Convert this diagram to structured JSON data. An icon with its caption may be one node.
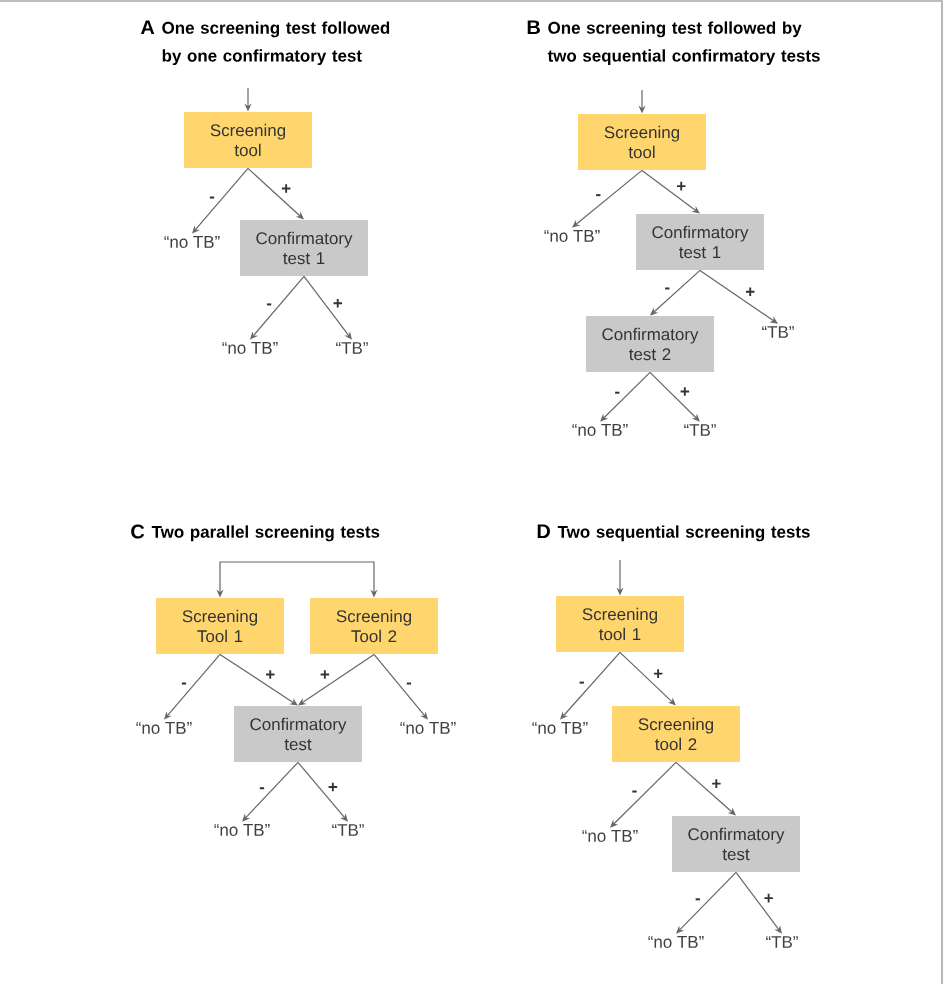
{
  "diagram": {
    "nodes": [
      {
        "text": [
          "Screening tool"
        ]
      },
      {
        "text": [
          "“no TB”"
        ]
      },
      {
        "text": [
          "Confirmatory test 1"
        ]
      },
      {
        "text": [
          "“no TB”"
        ]
      },
      {
        "text": [
          "“TB”"
        ]
      },
      {
        "text": [
          "Screening tool"
        ]
      },
      {
        "text": [
          "“no TB”"
        ]
      },
      {
        "text": [
          "Confirmatory test 1"
        ]
      },
      {
        "text": [
          "Confirmatory test 2"
        ]
      },
      {
        "text": [
          "“TB”"
        ]
      },
      {
        "text": [
          "“no TB”"
        ]
      },
      {
        "text": [
          "“TB”"
        ]
      },
      {
        "text": [
          "Screening Tool 1"
        ]
      },
      {
        "text": [
          "Screening Tool 2"
        ]
      },
      {
        "text": [
          "“no TB”"
        ]
      },
      {
        "text": [
          "Confirmatory test"
        ]
      },
      {
        "text": [
          "“no TB”"
        ]
      },
      {
        "text": [
          "“no TB”"
        ]
      },
      {
        "text": [
          "“TB”"
        ]
      },
      {
        "text": [
          "Screening tool 1"
        ]
      },
      {
        "text": [
          "“no TB”"
        ]
      },
      {
        "text": [
          "Screening tool 2"
        ]
      },
      {
        "text": [
          "“no TB”"
        ]
      },
      {
        "text": [
          "Confirmatory test"
        ]
      },
      {
        "text": [
          "“no TB”"
        ]
      },
      {
        "text": [
          "“TB”"
        ]
      }
    ],
    "edges": [
      {
        "from": null,
        "to": 0,
        "arrow": "to"
      },
      {
        "from": 0,
        "to": 1,
        "arrow": "to",
        "label": "-"
      },
      {
        "from": 0,
        "to": 2,
        "arrow": "to",
        "label": "+"
      },
      {
        "from": 2,
        "to": 3,
        "arrow": "to",
        "label": "-"
      },
      {
        "from": 2,
        "to": 4,
        "arrow": "to",
        "label": "+"
      },
      {
        "from": null,
        "to": 5,
        "arrow": "to"
      },
      {
        "from": 5,
        "to": 6,
        "arrow": "to",
        "label": "-"
      },
      {
        "from": 5,
        "to": 7,
        "arrow": "to",
        "label": "+"
      },
      {
        "from": 7,
        "to": 8,
        "arrow": "to",
        "label": "-"
      },
      {
        "from": 7,
        "to": 9,
        "arrow": "to",
        "label": "+"
      },
      {
        "from": 8,
        "to": 10,
        "arrow": "to",
        "label": "-"
      },
      {
        "from": 8,
        "to": 11,
        "arrow": "to",
        "label": "+"
      },
      {
        "from": null,
        "to": 12,
        "arrow": "to"
      },
      {
        "from": null,
        "to": 13,
        "arrow": "to"
      },
      {
        "from": 12,
        "to": 14,
        "arrow": "to",
        "label": "-"
      },
      {
        "from": 12,
        "to": 15,
        "arrow": "to",
        "label": "+"
      },
      {
        "from": 13,
        "to": 15,
        "arrow": "to",
        "label": "+"
      },
      {
        "from": 13,
        "to": 17,
        "arrow": "to",
        "label": "-"
      },
      {
        "from": 15,
        "to": 16,
        "arrow": "to",
        "label": "-"
      },
      {
        "from": 15,
        "to": 18,
        "arrow": "to",
        "label": "+"
      },
      {
        "from": null,
        "to": 19,
        "arrow": "to"
      },
      {
        "from": 19,
        "to": 20,
        "arrow": "to",
        "label": "-"
      },
      {
        "from": 19,
        "to": 21,
        "arrow": "to",
        "label": "+"
      },
      {
        "from": 21,
        "to": 22,
        "arrow": "to",
        "label": "-"
      },
      {
        "from": 21,
        "to": 23,
        "arrow": "to",
        "label": "+"
      },
      {
        "from": 23,
        "to": 24,
        "arrow": "to",
        "label": "-"
      },
      {
        "from": 23,
        "to": 25,
        "arrow": "to",
        "label": "+"
      }
    ],
    "labels": [
      "A",
      "One screening test followed by one confirmatory test",
      "B",
      "One screening test followed by two sequential confirmatory tests",
      "C",
      "Two parallel screening tests",
      "D",
      "Two sequential screening tests"
    ]
  }
}
